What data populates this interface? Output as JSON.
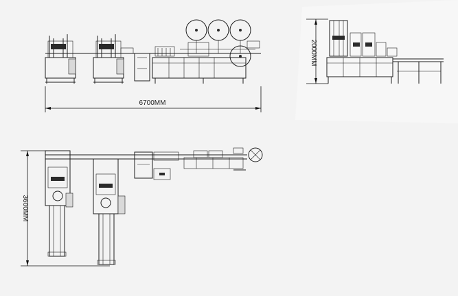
{
  "dimensions": {
    "length": "6700MM",
    "height": "2000MM",
    "width": "3600MM"
  },
  "colors": {
    "background": "#f3f3f3",
    "line": "#1e1e1e"
  }
}
